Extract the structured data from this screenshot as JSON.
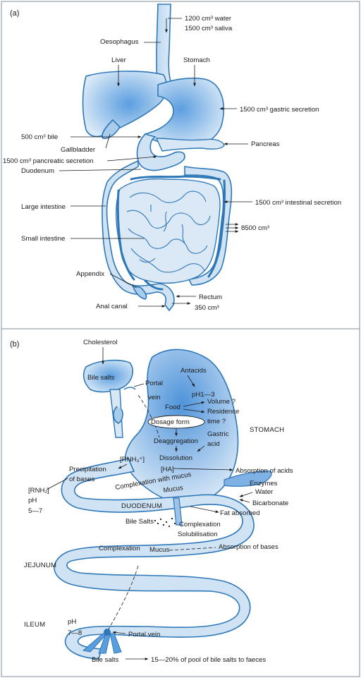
{
  "panel_a": {
    "label": "(a)",
    "water": "1200 cm³ water",
    "saliva": "1500 cm³ saliva",
    "oesophagus": "Oesophagus",
    "liver": "Liver",
    "stomach": "Stomach",
    "gastric": "1500 cm³ gastric secretion",
    "bile": "500 cm³ bile",
    "gallbladder": "Gallbladder",
    "pancreas": "Pancreas",
    "pancreatic": "1500 cm³ pancreatic secretion",
    "duodenum": "Duodenum",
    "large_intestine": "Large intestine",
    "intestinal": "1500 cm³ intestinal secretion",
    "absorbed": "8500 cm³",
    "small_intestine": "Small intestine",
    "appendix": "Appendix",
    "rectum": "Rectum",
    "rectum_vol": "350 cm³",
    "anal_canal": "Anal canal"
  },
  "panel_b": {
    "label": "(b)",
    "cholesterol": "Cholesterol",
    "bile_salts": "Bile salts",
    "portal": "Portal",
    "vein": "vein",
    "antacids": "Antacids",
    "ph13": "pH1—3",
    "food": "Food",
    "volume": "Volume ?",
    "residence": "Residence",
    "time": "time ?",
    "dosage_form": "Dosage form",
    "gastric": "Gastric",
    "acid": "acid",
    "stomach": "STOMACH",
    "deaggregation": "Deaggregation",
    "dissolution": "Dissolution",
    "rnh3": "[RNH₃⁺]",
    "ha": "[HA]",
    "precipitation": "Precipitation",
    "of_bases": "of bases",
    "complexation_mucus": "Complexation with mucus",
    "absorption_acids": "Absorption of acids",
    "mucus1": "Mucus",
    "rnh2": "[RNH₂]",
    "ph": "pH",
    "ph57": "5—7",
    "enzymes": "Enzymes",
    "water": "Water",
    "bicarbonate": "Bicarbonate",
    "duodenum": "DUODENUM",
    "fat_absorbed": "Fat absorbed",
    "bile_salts_2": "Bile Salts",
    "complexation1": "Complexation",
    "solubilisation": "Solubilisation",
    "complexation2": "Complexation",
    "mucus2": "Mucus",
    "absorption_bases": "Absorption of bases",
    "jejunum": "JEJUNUM",
    "ileum": "ILEUM",
    "ph_2": "pH",
    "ph78": "7—8",
    "portal_vein": "Portal vein",
    "bile_salts_3": "Bile salts",
    "pool": "15—20% of pool of bile salts to faeces"
  }
}
